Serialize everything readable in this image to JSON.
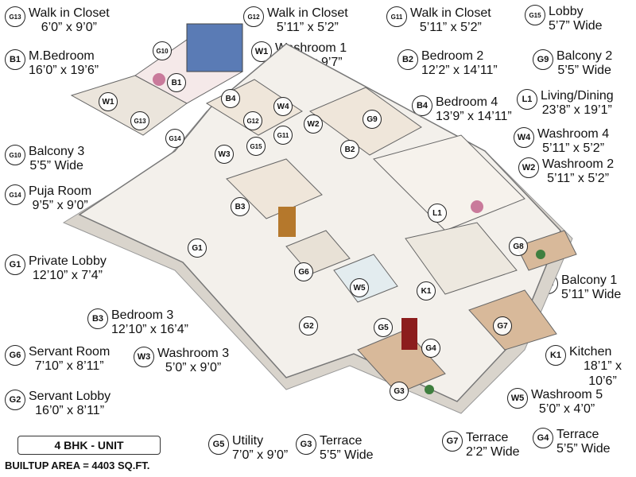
{
  "legend_left": [
    {
      "code": "G13",
      "name": "Walk in Closet",
      "dim": "6’0” x 9’0”"
    },
    {
      "code": "B1",
      "name": "M.Bedroom",
      "dim": "16’0” x 19’6”"
    },
    {
      "code": "G10",
      "name": "Balcony 3",
      "dim": "5’5” Wide"
    },
    {
      "code": "G14",
      "name": "Puja Room",
      "dim": "9’5” x 9’0”"
    },
    {
      "code": "G1",
      "name": "Private Lobby",
      "dim": "12’10” x 7’4”"
    },
    {
      "code": "B3",
      "name": "Bedroom 3",
      "dim": "12’10” x 16’4”"
    },
    {
      "code": "G6",
      "name": "Servant Room",
      "dim": "7’10” x 8’11”"
    },
    {
      "code": "W3",
      "name": "Washroom 3",
      "dim": "5’0” x 9’0”"
    },
    {
      "code": "G2",
      "name": "Servant Lobby",
      "dim": "16’0” x 8’11”"
    }
  ],
  "legend_top": [
    {
      "code": "G12",
      "name": "Walk in Closet",
      "dim": "5’11” x 5’2”"
    },
    {
      "code": "W1",
      "name": "Washroom 1",
      "dim": "12’5” x 9’7”"
    },
    {
      "code": "G11",
      "name": "Walk in Closet",
      "dim": "5’11” x 5’2”"
    },
    {
      "code": "B2",
      "name": "Bedroom 2",
      "dim": "12’2” x 14’11”"
    },
    {
      "code": "B4",
      "name": "Bedroom 4",
      "dim": "13’9” x 14’11”"
    },
    {
      "code": "G15",
      "name": "Lobby",
      "dim": "5’7” Wide"
    },
    {
      "code": "G9",
      "name": "Balcony 2",
      "dim": "5’5” Wide"
    },
    {
      "code": "L1",
      "name": "Living/Dining",
      "dim": "23’8” x 19’1”"
    },
    {
      "code": "W4",
      "name": "Washroom 4",
      "dim": "5’11” x 5’2”"
    },
    {
      "code": "W2",
      "name": "Washroom 2",
      "dim": "5’11” x 5’2”"
    }
  ],
  "legend_right": [
    {
      "code": "G8",
      "name": "Balcony 1",
      "dim": "5’11” Wide"
    },
    {
      "code": "K1",
      "name": "Kitchen",
      "dim": "18’1” x 10’6”"
    },
    {
      "code": "W5",
      "name": "Washroom 5",
      "dim": "5’0” x 4’0”"
    }
  ],
  "legend_bottom": [
    {
      "code": "G5",
      "name": "Utility",
      "dim": "7’0” x 9’0”"
    },
    {
      "code": "G3",
      "name": "Terrace",
      "dim": "5’5” Wide"
    },
    {
      "code": "G7",
      "name": "Terrace",
      "dim": "2’2” Wide"
    },
    {
      "code": "G4",
      "name": "Terrace",
      "dim": "5’5” Wide"
    }
  ],
  "plan_badges": [
    "G10",
    "B1",
    "W1",
    "G13",
    "B4",
    "W4",
    "W2",
    "G9",
    "G12",
    "G11",
    "G14",
    "G15",
    "W3",
    "B2",
    "B3",
    "L1",
    "G1",
    "G8",
    "G6",
    "W5",
    "K1",
    "G2",
    "G5",
    "G7",
    "G4",
    "G3"
  ],
  "unit_label": "4 BHK - UNIT",
  "builtup_area": "BUILTUP AREA = 4403 SQ.FT."
}
